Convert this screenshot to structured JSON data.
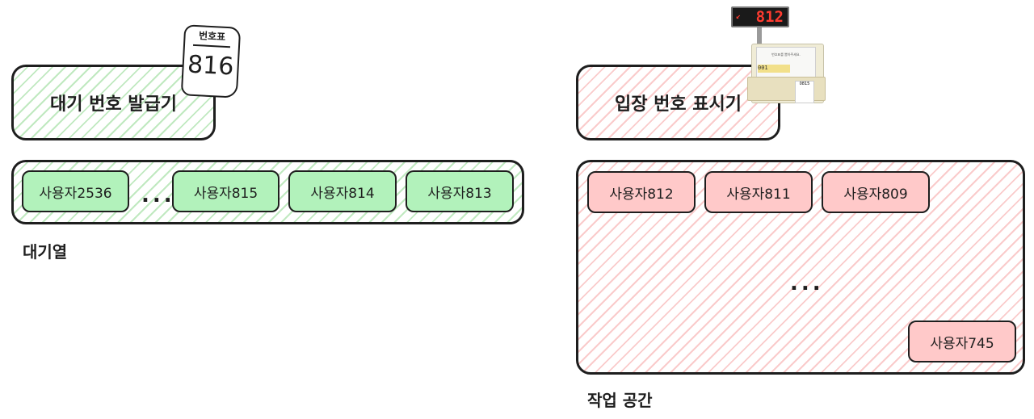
{
  "issuer": {
    "title": "대기 번호 발급기",
    "ticket": {
      "title": "번호표",
      "number": "816"
    }
  },
  "queue": {
    "label": "대기열",
    "chips": [
      "사용자2536",
      "사용자815",
      "사용자814",
      "사용자813"
    ],
    "ellipsis": "..."
  },
  "display": {
    "title": "입장 번호 표시기",
    "led_number": "812",
    "kiosk_screen_text": "번호표를 뽑아주세요.",
    "kiosk_digital": "001",
    "kiosk_ticket": "0815"
  },
  "workspace": {
    "label": "작업 공간",
    "chips": [
      "사용자812",
      "사용자811",
      "사용자809"
    ],
    "ellipsis": "...",
    "last_chip": "사용자745"
  },
  "colors": {
    "green_fill": "#b2f2bb",
    "red_fill": "#ffc9c9",
    "stroke": "#1e1e1e",
    "led_text": "#ff3b30"
  },
  "icons": [
    "ticket-icon",
    "kiosk-icon",
    "led-display-icon"
  ]
}
